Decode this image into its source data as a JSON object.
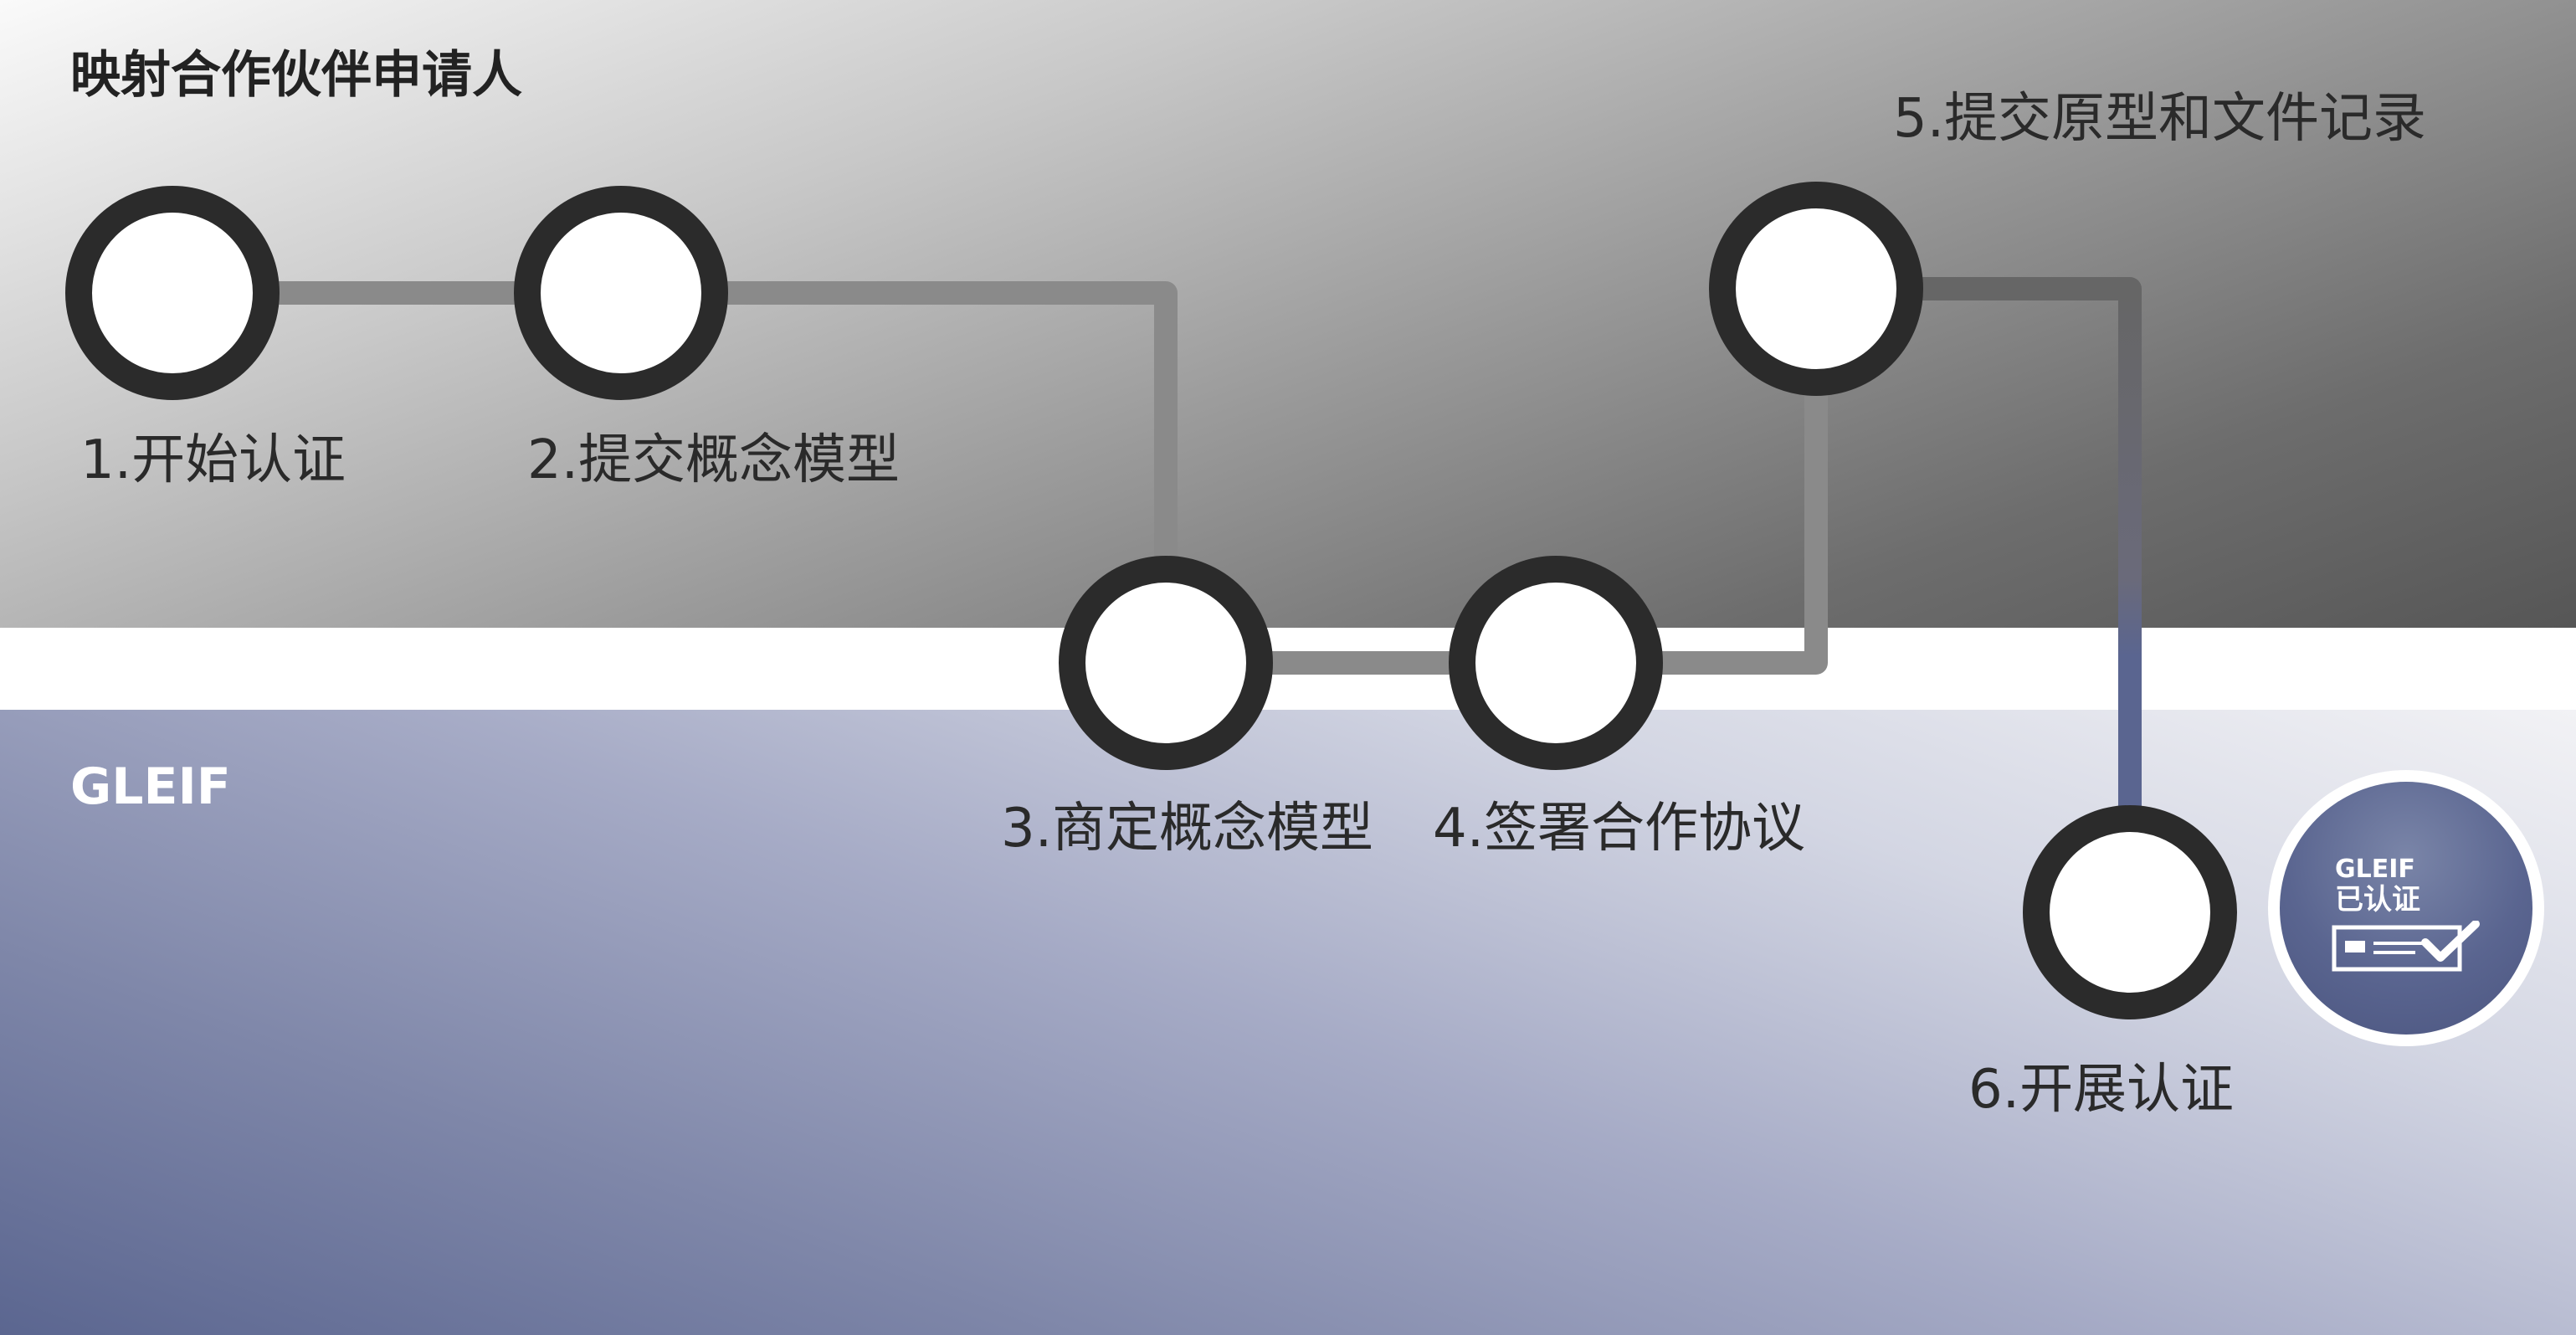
{
  "lanes": {
    "applicant": "映射合作伙伴申请人",
    "gleif": "GLEIF"
  },
  "steps": [
    {
      "label": "1.开始认证"
    },
    {
      "label": "2.提交概念模型"
    },
    {
      "label": "3.商定概念模型"
    },
    {
      "label": "4.签署合作协议"
    },
    {
      "label": "5.提交原型和文件记录"
    },
    {
      "label": "6.开展认证"
    }
  ],
  "badge": {
    "brand": "GLEIF",
    "status": "已认证",
    "icon": "certificate-check-icon"
  },
  "colors": {
    "node_ring": "#2b2b2b",
    "connector": "#808080",
    "gleif_blue": "#5a6590"
  }
}
